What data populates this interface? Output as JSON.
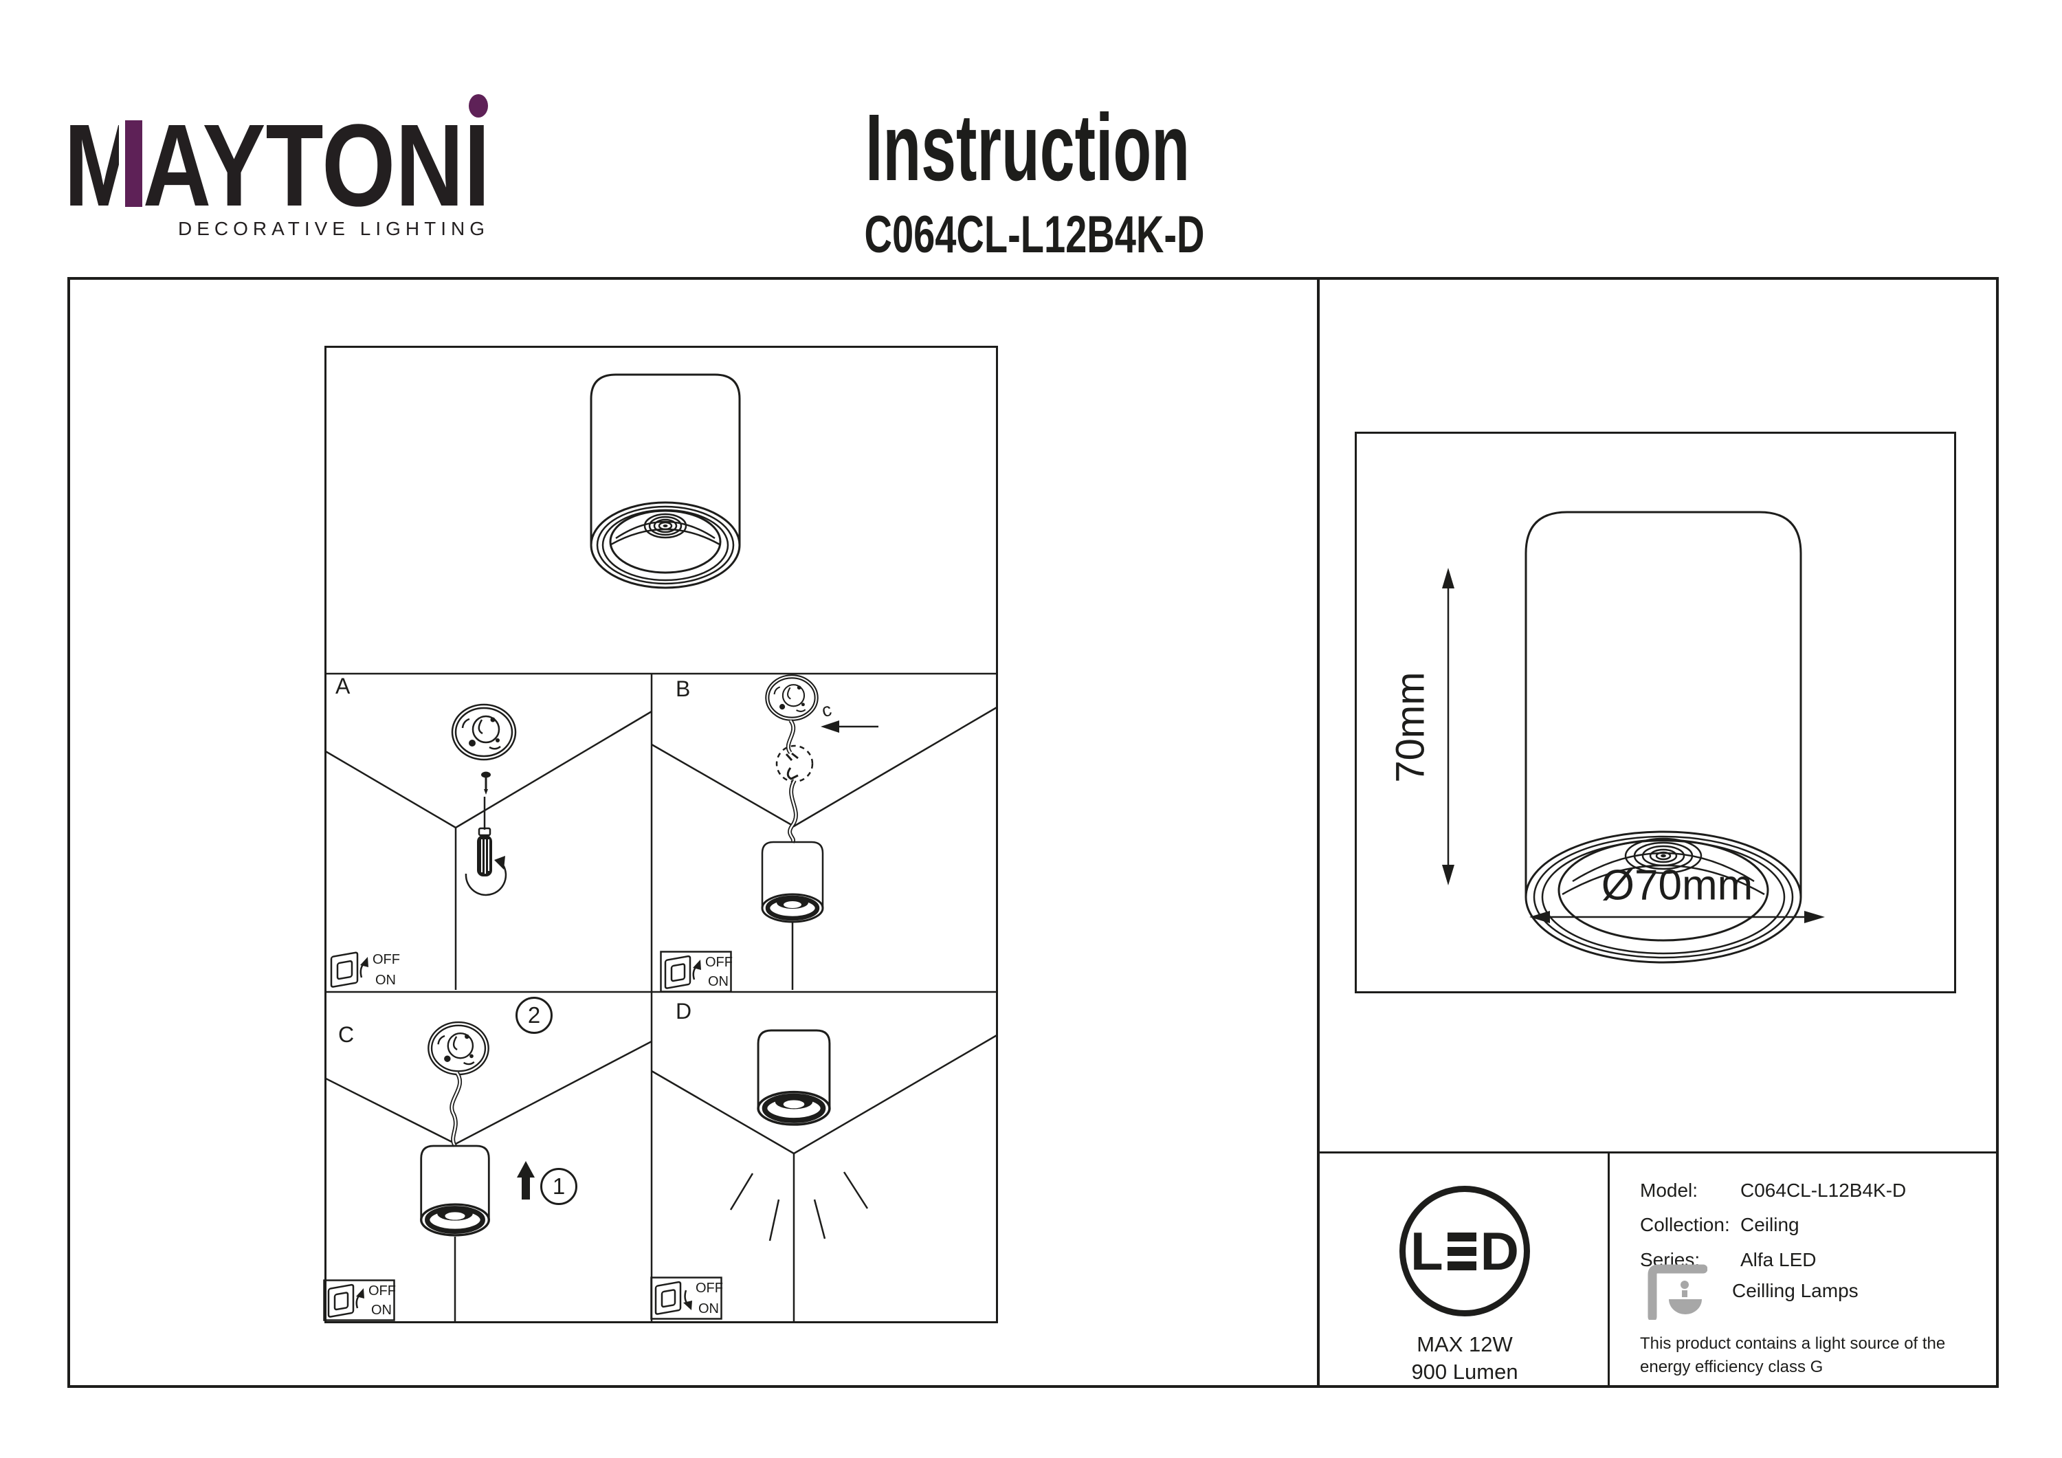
{
  "header": {
    "brand": "MAYTONI",
    "tagline": "DECORATIVE LIGHTING",
    "title": "Instruction",
    "model": "C064CL-L12B4K-D"
  },
  "colors": {
    "ink": "#1d1d1b",
    "purple": "#5e2157",
    "icon_gray": "#a7a7a7"
  },
  "diagram": {
    "panel_a": "A",
    "panel_b": "B",
    "panel_c": "C",
    "panel_d": "D",
    "switch_off": "OFF",
    "switch_on": "ON",
    "step_1": "1",
    "step_2": "2",
    "rotate_mark": "c"
  },
  "dimensions": {
    "height": "70mm",
    "diameter": "Ø70mm"
  },
  "led_badge": {
    "text": "LED",
    "max_power": "MAX 12W",
    "lumen": "900 Lumen"
  },
  "specs": {
    "model_label": "Model:",
    "model_value": "C064CL-L12B4K-D",
    "collection_label": "Collection:",
    "collection_value": "Ceiling",
    "series_label": "Series:",
    "series_value": "Alfa LED",
    "series_value_2": "Ceilling Lamps",
    "note": "This product contains a light source of the energy efficiency class G"
  }
}
